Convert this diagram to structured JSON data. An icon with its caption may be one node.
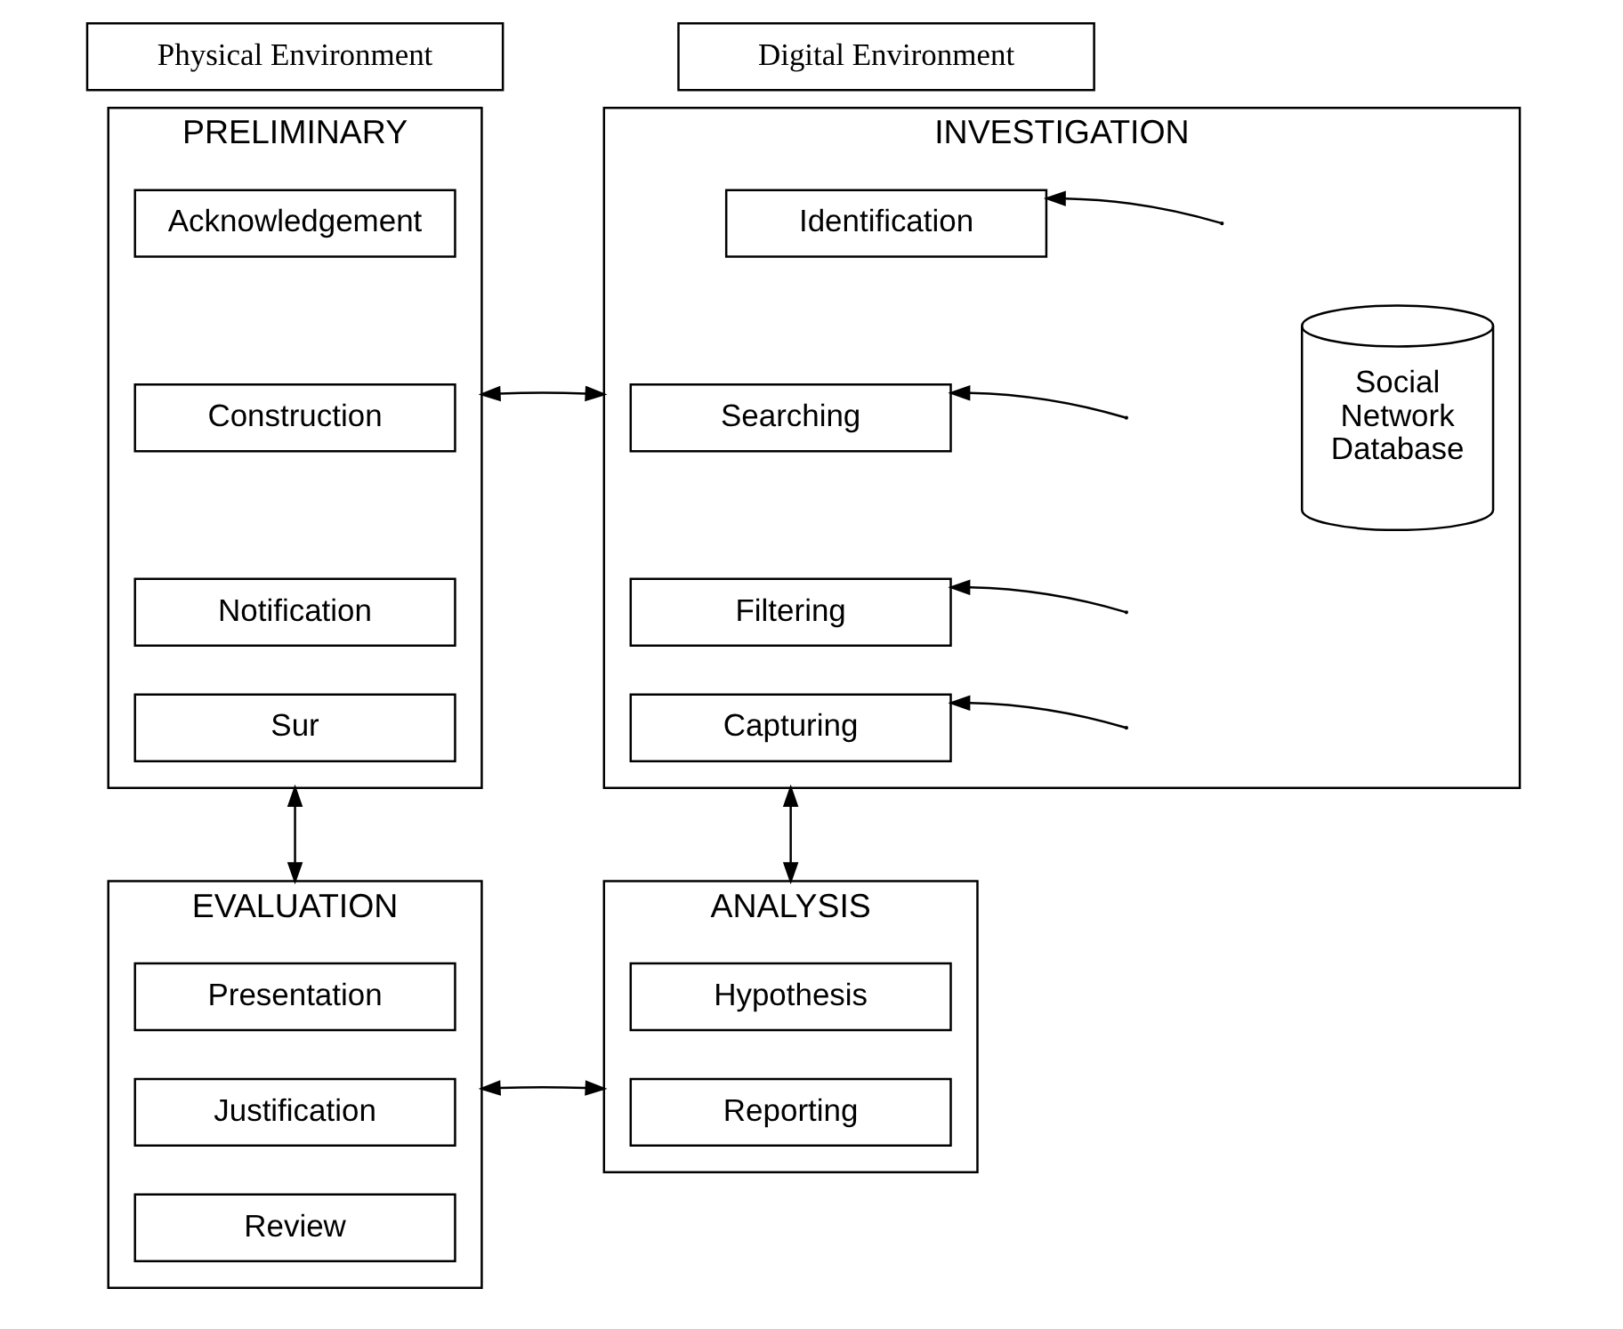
{
  "diagram": {
    "nodes": [
      {
        "text": [
          "Physical Environment"
        ]
      },
      {
        "text": [
          "Digital Environment"
        ]
      },
      {
        "text": [
          "PRELIMINARY"
        ]
      },
      {
        "text": [
          "Acknowledgement"
        ],
        "in": 2
      },
      {
        "text": [
          "Construction"
        ],
        "in": 2
      },
      {
        "text": [
          "Notification"
        ],
        "in": 2
      },
      {
        "text": [
          "Sur"
        ],
        "in": 2
      },
      {
        "text": [
          "INVESTIGATION"
        ]
      },
      {
        "text": [
          "Identification"
        ],
        "in": 7
      },
      {
        "text": [
          "Searching"
        ],
        "in": 7
      },
      {
        "text": [
          "Filtering"
        ],
        "in": 7
      },
      {
        "text": [
          "Capturing"
        ],
        "in": 7
      },
      {
        "text": [
          "Social Network Database"
        ],
        "in": 7
      },
      {
        "text": [
          "EVALUATION"
        ]
      },
      {
        "text": [
          "Presentation"
        ],
        "in": 13
      },
      {
        "text": [
          "Justification"
        ],
        "in": 13
      },
      {
        "text": [
          "Review"
        ],
        "in": 13
      },
      {
        "text": [
          "ANALYSIS"
        ]
      },
      {
        "text": [
          "Hypothesis"
        ],
        "in": 17
      },
      {
        "text": [
          "Reporting"
        ],
        "in": 17
      }
    ],
    "edges": [
      {
        "from": 2,
        "to": 7,
        "arrow": "both"
      },
      {
        "from": 2,
        "to": 13,
        "arrow": "both"
      },
      {
        "from": 7,
        "to": 17,
        "arrow": "both"
      },
      {
        "from": 13,
        "to": 17,
        "arrow": "both"
      },
      {
        "from": null,
        "to": 8,
        "arrow": "to"
      },
      {
        "from": null,
        "to": 9,
        "arrow": "to"
      },
      {
        "from": null,
        "to": 10,
        "arrow": "to"
      },
      {
        "from": null,
        "to": 11,
        "arrow": "to"
      }
    ]
  }
}
